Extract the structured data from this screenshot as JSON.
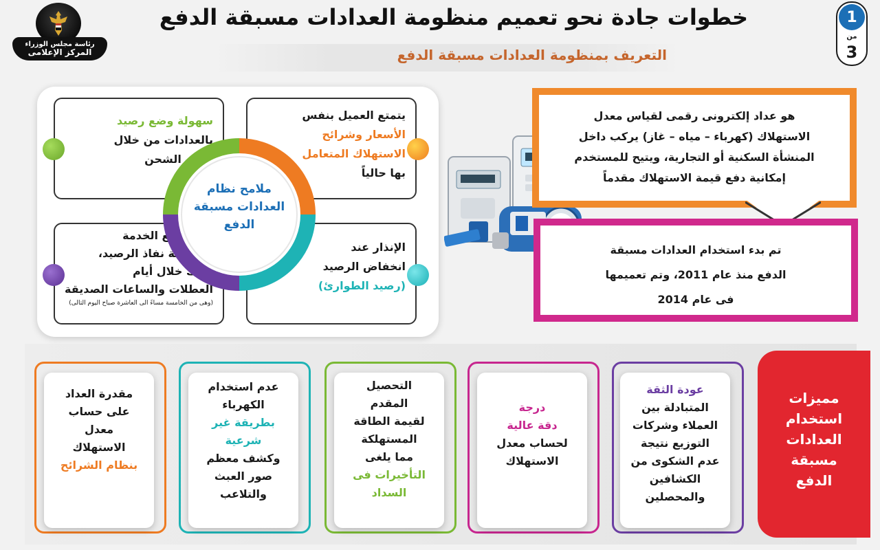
{
  "header": {
    "title": "خطوات جادة نحو تعميم منظومة العدادات مسبقة الدفع",
    "subtitle": "التعريف بمنظومة العدادات مسبقة الدفع",
    "logo": {
      "line1": "رئاسة مجلس الوزراء",
      "line2": "المركز الإعلامى"
    },
    "page": {
      "current": "1",
      "of_label": "من",
      "total": "3"
    }
  },
  "features": {
    "center_label": [
      "ملامح نظام",
      "العدادات مسبقة",
      "الدفع"
    ],
    "top_right": [
      "يتمتع العميل بنفس",
      "الأسعار وشرائح",
      "الاستهلاك المتعامل",
      "بها حالياً"
    ],
    "top_left": [
      "سهولة  وضع رصيد",
      "بالعدادات من خلال",
      "كارت الشحن"
    ],
    "bottom_left": [
      "عدم قطع الخدمة",
      "فى حالة نفاذ الرصيد،",
      "وذلك خلال أيام",
      "العطلات والساعات الصديقة"
    ],
    "bottom_left_note": "(وهى من الخامسة مساءً الى العاشرة صباح اليوم التالى)",
    "bottom_right": [
      "الإنذار عند",
      "انخفاض الرصيد",
      "(رصيد الطوارئ)"
    ]
  },
  "description": {
    "orange": [
      "هو عداد إلكترونى رقمى لقياس معدل",
      "الاستهلاك (كهرباء – مياه – غاز) يركب داخل",
      "المنشأة السكنية أو التجارية، ويتيح للمستخدم",
      "إمكانية دفع قيمة الاستهلاك مقدماً"
    ],
    "pink": [
      "تم بدء استخدام العدادات مسبقة",
      "الدفع منذ عام 2011، وتم تعميمها",
      "فى عام 2014"
    ]
  },
  "advantages": {
    "title": [
      "مميزات",
      "استخدام",
      "العدادات",
      "مسبقة",
      "الدفع"
    ],
    "cards": [
      [
        "عودة الثقة",
        "المتبادلة بين",
        "العملاء وشركات",
        "التوزيع نتيجة",
        "عدم الشكوى من",
        "الكشافين",
        "والمحصلين"
      ],
      [
        "درجة",
        "دقة عالية",
        "لحساب معدل",
        "الاستهلاك"
      ],
      [
        "التحصيل",
        "المقدم",
        "لقيمة الطاقة",
        "المستهلكة",
        "مما يلغى",
        "التأخيرات فى",
        "السداد"
      ],
      [
        "عدم استخدام",
        "الكهرباء",
        "بطريقة غير",
        "شرعية",
        "وكشف معظم",
        "صور العبث",
        "والتلاعب"
      ],
      [
        "مقدرة العداد",
        "على حساب",
        "معدل",
        "الاستهلاك",
        "بنظام الشرائح"
      ]
    ]
  },
  "colors": {
    "green": "#7ab935",
    "orange": "#ee7b22",
    "teal": "#1eb3b5",
    "purple": "#6b3ea2",
    "blue": "#1c6fb6",
    "red": "#e2262f",
    "magenta": "#c7268f",
    "pink_border": "#d0298c"
  }
}
